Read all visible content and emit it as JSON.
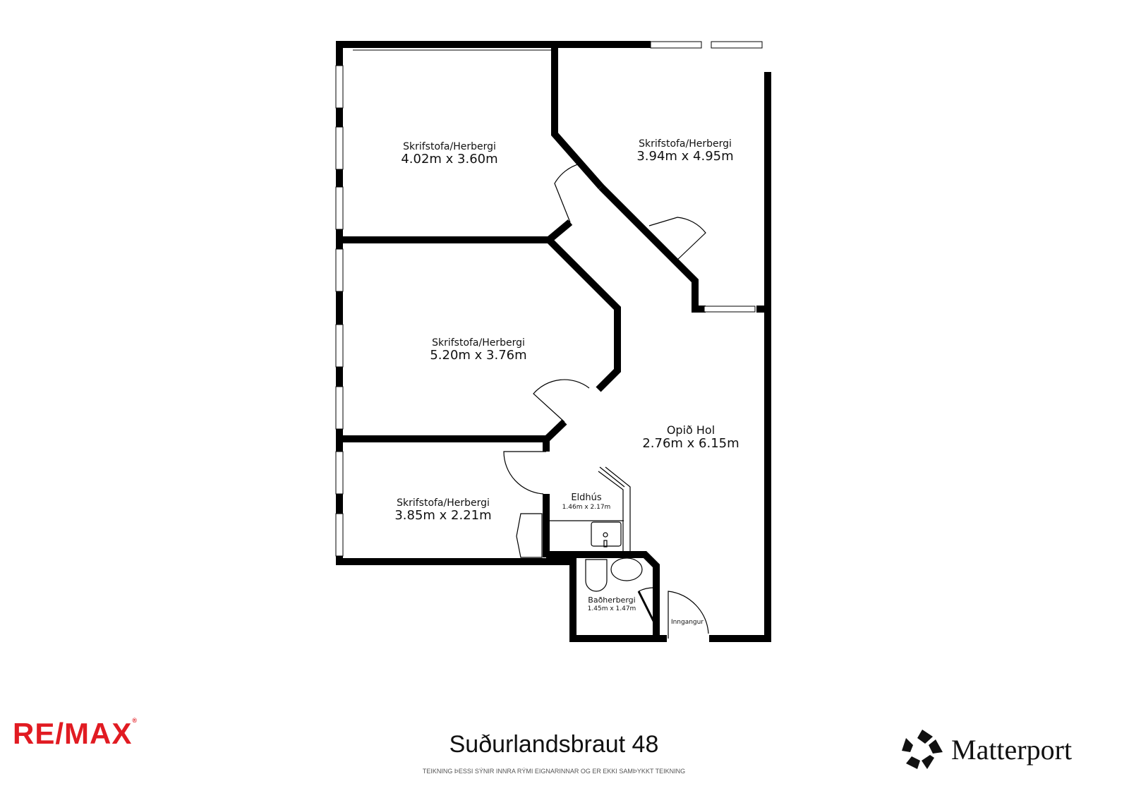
{
  "rooms": [
    {
      "name": "Skrifstofa/Herbergi",
      "dims": "4.02m x 3.60m"
    },
    {
      "name": "Skrifstofa/Herbergi",
      "dims": "3.94m x 4.95m"
    },
    {
      "name": "Skrifstofa/Herbergi",
      "dims": "5.20m x 3.76m"
    },
    {
      "name": "Opið Hol",
      "dims": "2.76m x 6.15m"
    },
    {
      "name": "Skrifstofa/Herbergi",
      "dims": "3.85m x 2.21m"
    },
    {
      "name": "Eldhús",
      "dims": "1.46m x 2.17m"
    },
    {
      "name": "Baðherbergi",
      "dims": "1.45m x 1.47m"
    }
  ],
  "entrance_label": "Inngangur",
  "footer": {
    "title": "Suðurlandsbraut 48",
    "disclaimer": "TEIKNING ÞESSI SÝNIR INNRA RÝMI EIGNARINNAR OG ER EKKI SAMÞYKKT TEIKNING",
    "left_logo": "RE/MAX",
    "right_logo": "Matterport"
  },
  "colors": {
    "wall": "#000000",
    "remax_red": "#e11b22"
  }
}
